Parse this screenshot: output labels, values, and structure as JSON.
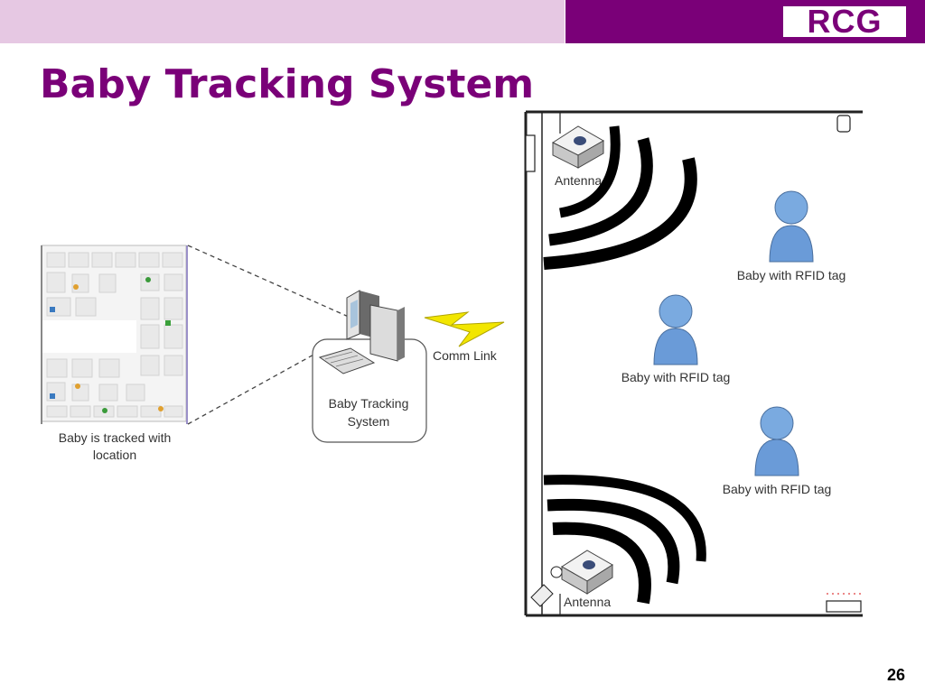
{
  "header": {
    "logo_text": "RCG",
    "accent_color": "#7a0078",
    "band_color": "#e6c8e3"
  },
  "title": "Baby Tracking System",
  "page_number": "26",
  "diagram": {
    "floorplan_caption_line1": "Baby is tracked with",
    "floorplan_caption_line2": "location",
    "system_label_line1": "Baby Tracking",
    "system_label_line2": "System",
    "comm_link_label": "Comm Link",
    "antenna_top_label": "Antenna",
    "antenna_bottom_label": "Antenna",
    "baby_labels": [
      "Baby with RFID tag",
      "Baby with RFID tag",
      "Baby with RFID tag"
    ]
  }
}
